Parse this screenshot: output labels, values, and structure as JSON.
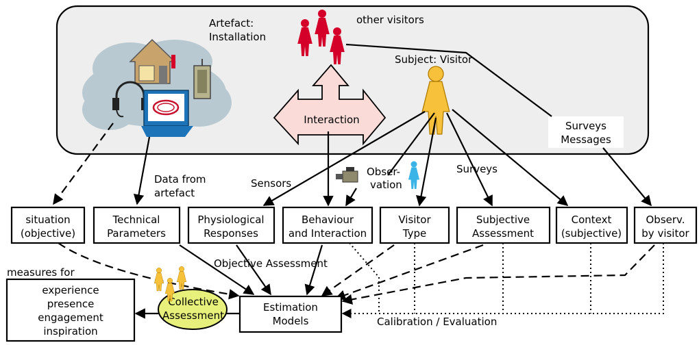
{
  "installation": {
    "artefact_label": [
      "Artefact:",
      "Installation"
    ],
    "other_visitors": "other visitors",
    "subject": "Subject: Visitor",
    "interaction": "Interaction",
    "surveys_messages": [
      "Surveys",
      "Messages"
    ]
  },
  "edge_labels": {
    "data_from_artefact": [
      "Data from",
      "artefact"
    ],
    "sensors": "Sensors",
    "observation": [
      "Obser-",
      "vation"
    ],
    "surveys": "Surveys",
    "objective_assessment": "Objective Assessment",
    "calibration_evaluation": "Calibration / Evaluation",
    "measures_for": "measures for"
  },
  "boxes": {
    "situation": [
      "situation",
      "(objective)"
    ],
    "technical": [
      "Technical",
      "Parameters"
    ],
    "physiological": [
      "Physiological",
      "Responses"
    ],
    "behaviour": [
      "Behaviour",
      "and Interaction"
    ],
    "visitor_type": [
      "Visitor",
      "Type"
    ],
    "subjective": [
      "Subjective",
      "Assessment"
    ],
    "context": [
      "Context",
      "(subjective)"
    ],
    "observ_by_visitor": [
      "Observ.",
      "by visitor"
    ],
    "estimation": [
      "Estimation",
      "Models"
    ],
    "collective": [
      "Collective",
      "Assessment"
    ],
    "measures": [
      "experience",
      "presence",
      "engagement",
      "inspiration"
    ]
  },
  "colors": {
    "panel_bg": "#eeeeee",
    "cloud": "#b9c9d1",
    "visitor_red": "#d4002a",
    "visitor_yellow": "#f7c13b",
    "observer_cyan": "#3ab4e6",
    "interaction_fill": "#fadbd8",
    "collective_fill": "#e6f07a"
  }
}
